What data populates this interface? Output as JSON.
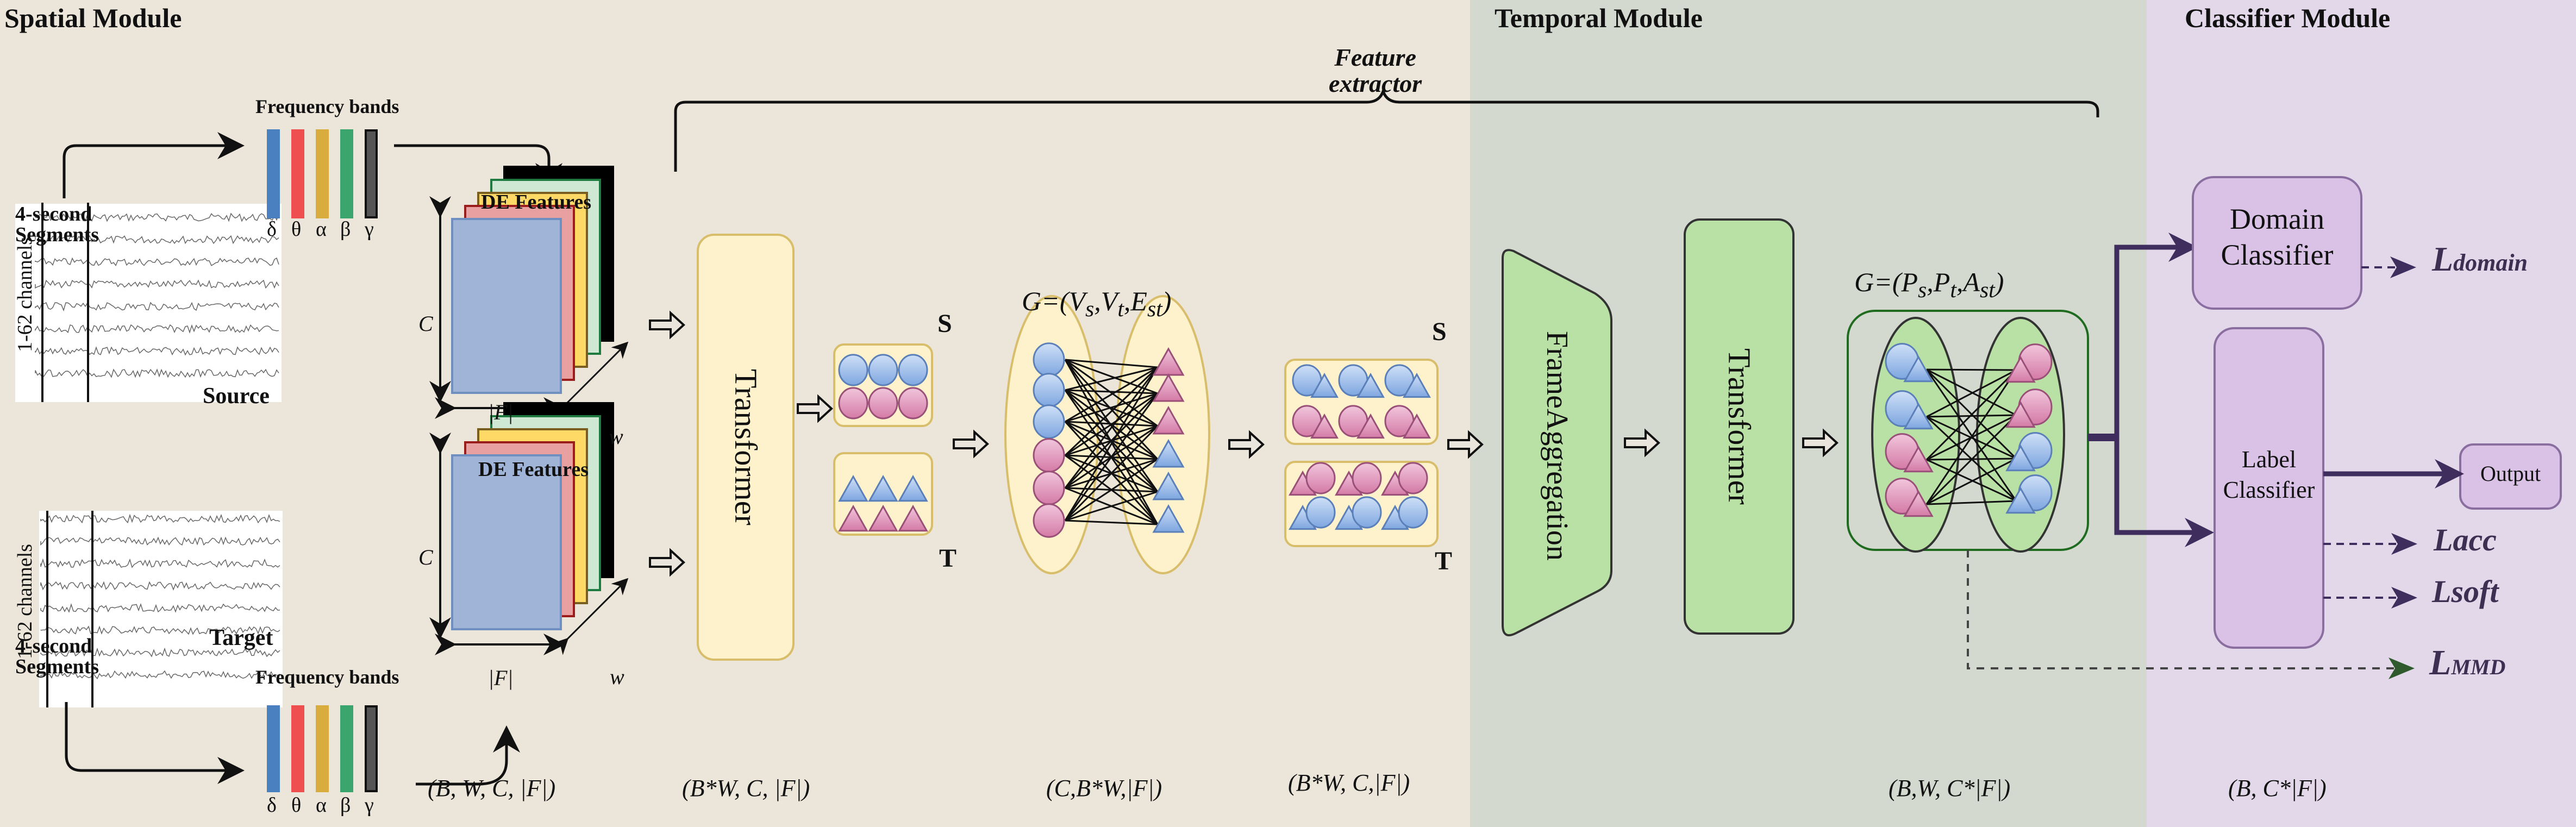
{
  "modules": {
    "spatial": {
      "title": "Spatial Module",
      "color": "#ece6da"
    },
    "temporal": {
      "title": "Temporal Module",
      "color": "#d3d9cf"
    },
    "classifier": {
      "title": "Classifier Module",
      "color": "#e2d8ea"
    }
  },
  "feature_extractor": {
    "line1": "Feature",
    "line2": "extractor"
  },
  "inputs": {
    "source": {
      "label": "Source",
      "channels": "1-62 channels",
      "segments_line1": "4-second",
      "segments_line2": "Segments"
    },
    "target": {
      "label": "Target",
      "channels": "1-62 channels",
      "segments_line1": "4-second",
      "segments_line2": "Segments"
    }
  },
  "frequency_bands": {
    "title": "Frequency bands",
    "bands": [
      {
        "symbol": "δ",
        "color": "#4a7fc0"
      },
      {
        "symbol": "θ",
        "color": "#ef4f4f"
      },
      {
        "symbol": "α",
        "color": "#d8ad3e"
      },
      {
        "symbol": "β",
        "color": "#3aa56c"
      },
      {
        "symbol": "γ",
        "color": "#555555"
      }
    ]
  },
  "de_features": {
    "title": "DE Features",
    "axis_c": "C",
    "axis_w": "w",
    "axis_f": "|F|",
    "layers": [
      "#000000",
      "#cfe8d4",
      "#ffd966",
      "#e8a0a0",
      "#9fb4d6"
    ]
  },
  "blocks": {
    "transformer1": "Transformer",
    "frame_aggregation_line1": "Frame",
    "frame_aggregation_line2": "Aggregation",
    "transformer2": "Transformer",
    "domain_classifier_line1": "Domain",
    "domain_classifier_line2": "Classifier",
    "label_classifier_line1": "Label",
    "label_classifier_line2": "Classifier",
    "output": "Output"
  },
  "groups": {
    "source": "S",
    "target": "T"
  },
  "graphs": {
    "spatial_graph": "G=(Vs,Vt,Est)",
    "temporal_graph": "G=(Ps,Pt,Ast)"
  },
  "losses": {
    "domain": {
      "main": "L",
      "sub": "domain"
    },
    "acc": {
      "main": "L",
      "sub": "acc"
    },
    "soft": {
      "main": "L",
      "sub": "soft"
    },
    "mmd": {
      "main": "L",
      "sub": "MMD"
    }
  },
  "shapes": [
    "(B, W, C, |F|)",
    "(B*W, C, |F|)",
    "(C,B*W,|F|)",
    "(B*W, C,|F|)",
    "(B,W, C*|F|)",
    "(B, C*|F|)"
  ],
  "colors": {
    "node_blue": "#9cbce8",
    "node_pink": "#dc8cb4",
    "yellow_box": "#fdf2cc",
    "green_box": "#b9e0a5",
    "purple_box": "#d9c2e6",
    "purple_arrow": "#3f2d5e",
    "mmd_arrow": "#2e5a2e"
  }
}
